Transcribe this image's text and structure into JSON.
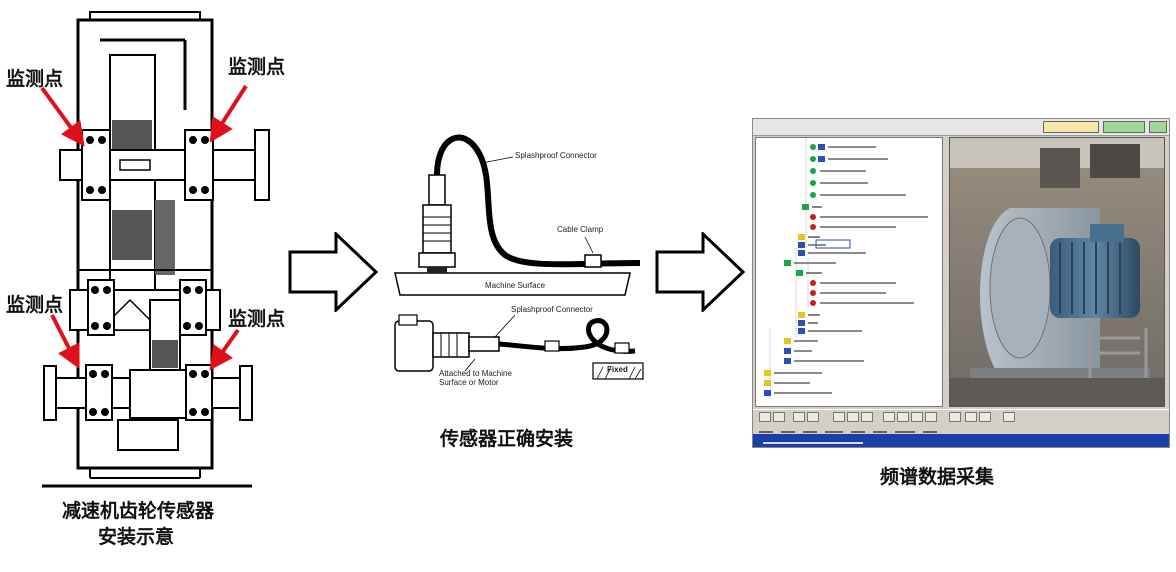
{
  "labels": {
    "monitor_point": "监测点",
    "left_caption_line1": "减速机齿轮传感器",
    "left_caption_line2": "安装示意",
    "middle_caption": "传感器正确安装",
    "right_caption": "频谱数据采集"
  },
  "sensor_diagram": {
    "splashproof_connector_top": "Splashproof Connector",
    "cable_clamp": "Cable Clamp",
    "machine_surface": "Machine Surface",
    "splashproof_connector_bottom": "Splashproof Connector",
    "attached_line1": "Attached to Machine",
    "attached_line2": "Surface or Motor",
    "fixed": "Fixed"
  },
  "colors": {
    "arrow_red": "#e0101a",
    "tree_green": "#19a34a",
    "tree_red": "#c81e1e",
    "tree_yellow": "#e7c51e",
    "tree_blue": "#2a4fb8",
    "taskbar": "#1a3fa8"
  }
}
